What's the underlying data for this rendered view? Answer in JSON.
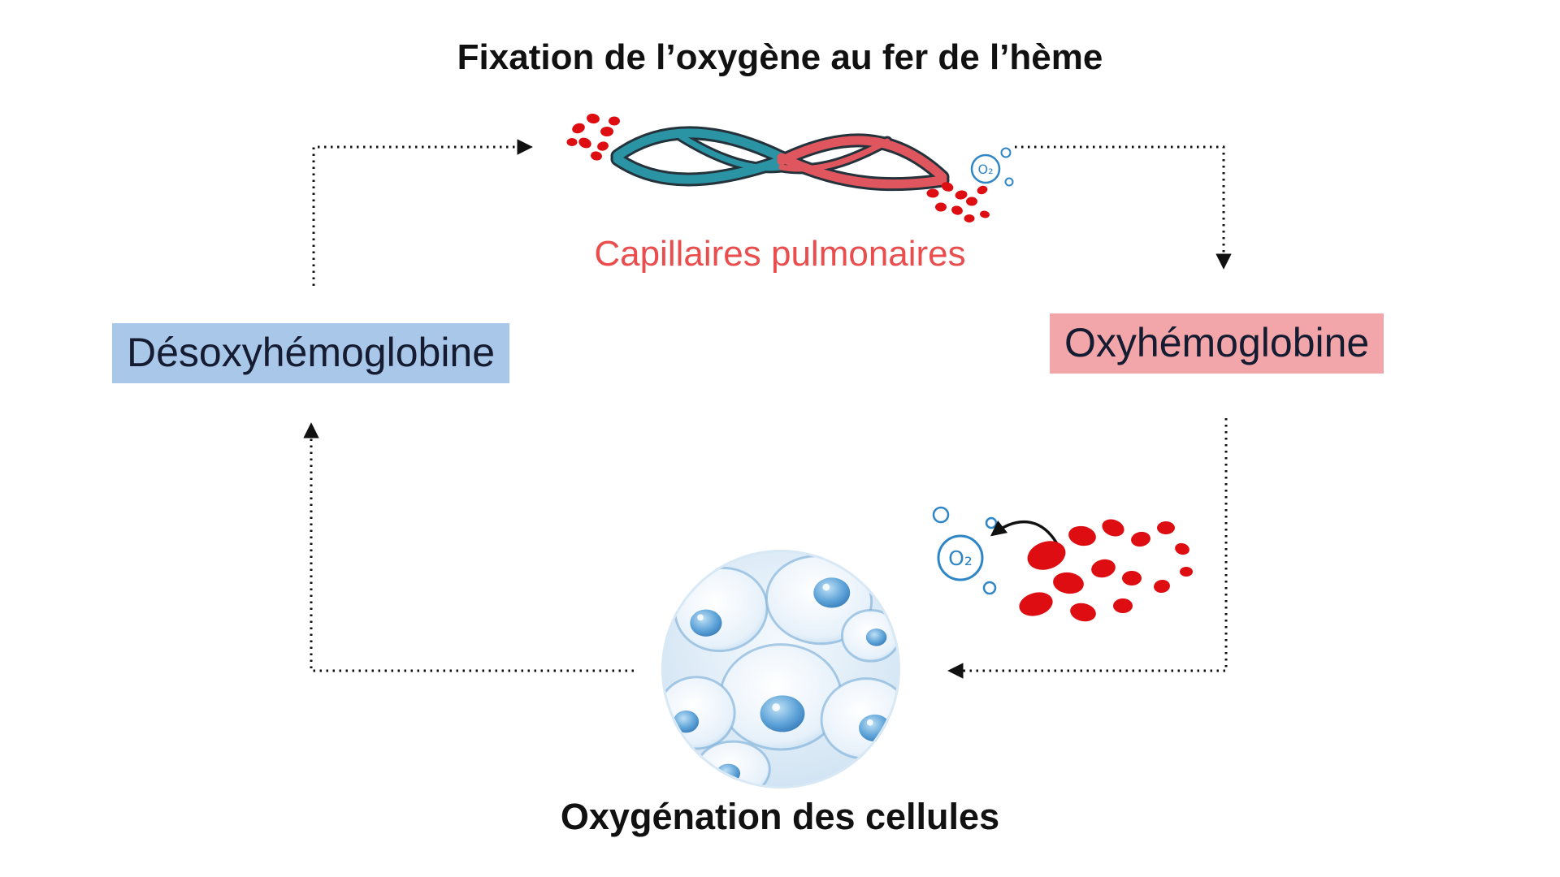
{
  "diagram": {
    "title": "Fixation de l’oxygène au fer de l’hème",
    "capillaries_label": "Capillaires pulmonaires",
    "left_label": "Désoxyhémoglobine",
    "right_label": "Oxyhémoglobine",
    "bottom_label": "Oxygénation des cellules",
    "o2_label": "O₂",
    "colors": {
      "teal": "#2a93a4",
      "vessel_red": "#e0565e",
      "cell_red": "#dd0d12",
      "capillary_text": "#ea4d4d",
      "left_highlight": "#a9c7e8",
      "right_highlight": "#f2a6aa",
      "o2_blue": "#2f86c7",
      "text": "#111111"
    }
  }
}
